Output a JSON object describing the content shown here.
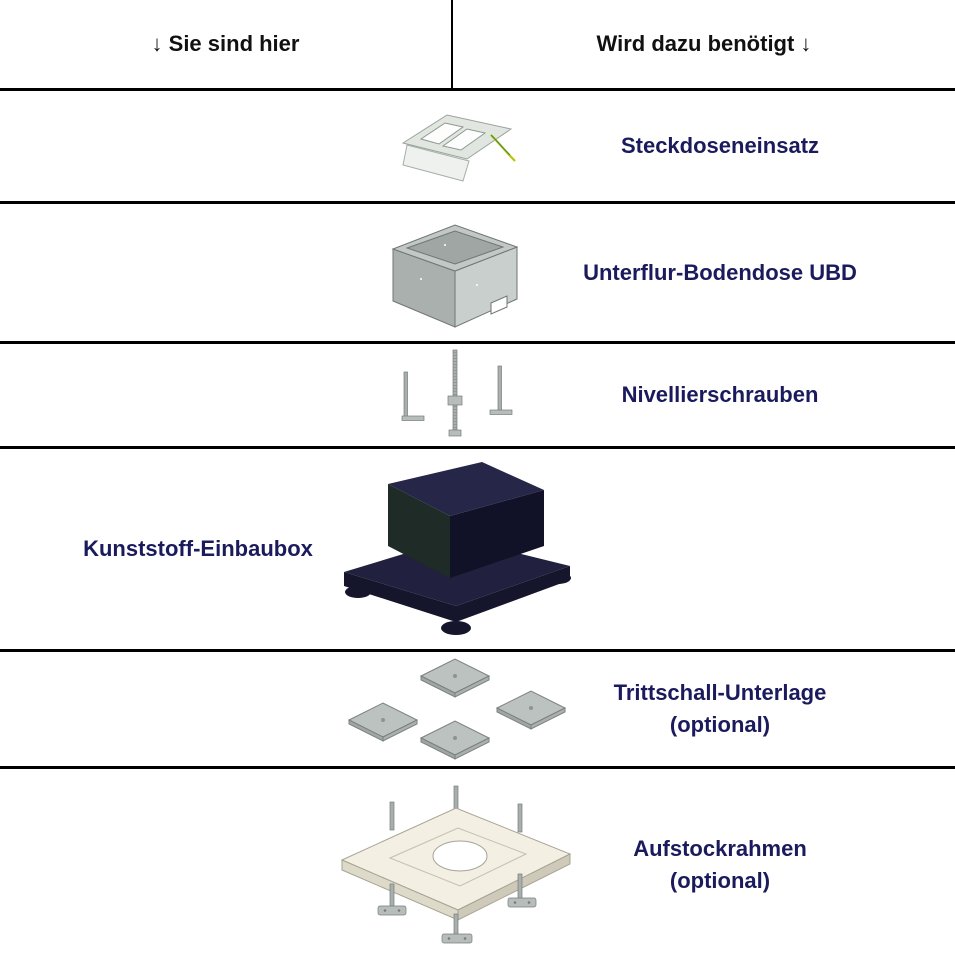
{
  "header": {
    "left": "↓ Sie sind hier",
    "right": "Wird dazu benötigt ↓"
  },
  "rows": [
    {
      "label": "Steckdoseneinsatz",
      "side": "right"
    },
    {
      "label": "Unterflur-Bodendose UBD",
      "side": "right"
    },
    {
      "label": "Nivellierschrauben",
      "side": "right"
    },
    {
      "label": "Kunststoff-Einbaubox",
      "side": "left"
    },
    {
      "label": "Trittschall-Unterlage",
      "label2": "(optional)",
      "side": "right"
    },
    {
      "label": "Aufstockrahmen",
      "label2": "(optional)",
      "side": "right"
    }
  ],
  "colors": {
    "label_text": "#1a1a5c",
    "header_text": "#111111",
    "divider": "#000000",
    "background": "#ffffff"
  }
}
